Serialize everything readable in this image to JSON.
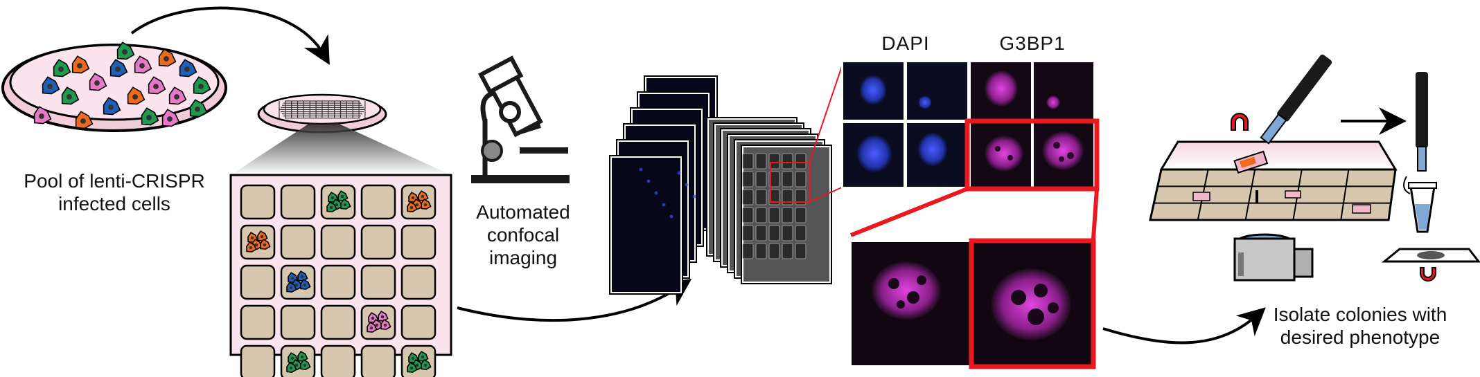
{
  "labels": {
    "pool_line1": "Pool of lenti-CRISPR",
    "pool_line2": "infected cells",
    "imaging_line1": "Automated",
    "imaging_line2": "confocal",
    "imaging_line3": "imaging",
    "channel_dapi": "DAPI",
    "channel_g3bp1": "G3BP1",
    "isolate_line1": "Isolate colonies with",
    "isolate_line2": "desired phenotype"
  },
  "colors": {
    "cell_pink": "#e879c8",
    "cell_green": "#1f9a4e",
    "cell_blue": "#1f5fb8",
    "cell_orange": "#f06a1e",
    "dish_fill": "#fbe4ee",
    "well_fill": "#d6c7ae",
    "dapi": "#3344dd",
    "g3bp1": "#cc33cc",
    "highlight": "#e8191f"
  },
  "grid_wells": {
    "rows": 5,
    "cols": 5,
    "colonies": [
      {
        "row": 0,
        "col": 2,
        "color": "green"
      },
      {
        "row": 0,
        "col": 4,
        "color": "orange"
      },
      {
        "row": 1,
        "col": 0,
        "color": "orange"
      },
      {
        "row": 2,
        "col": 1,
        "color": "blue"
      },
      {
        "row": 3,
        "col": 3,
        "color": "pink"
      },
      {
        "row": 4,
        "col": 1,
        "color": "green"
      },
      {
        "row": 4,
        "col": 4,
        "color": "green"
      }
    ]
  }
}
